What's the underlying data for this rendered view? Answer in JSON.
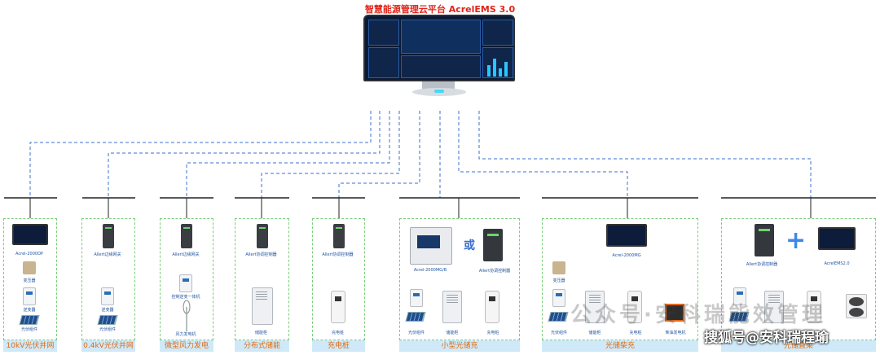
{
  "platform": {
    "title": "智慧能源管理云平台 AcrelEMS 3.0"
  },
  "groups": [
    {
      "label": "10kV光伏并网",
      "devices": [
        "Acrel-2000DP",
        "变压器",
        "逆变器",
        "光伏组件"
      ]
    },
    {
      "label": "0.4kV光伏并网",
      "devices": [
        "Allert边缘网关",
        "逆变器",
        "光伏组件"
      ]
    },
    {
      "label": "微型风力发电",
      "devices": [
        "Allert边缘网关",
        "控制逆变一体机",
        "风力发电机"
      ]
    },
    {
      "label": "分布式储能",
      "devices": [
        "Allert协调控制器",
        "储能柜"
      ]
    },
    {
      "label": "充电桩",
      "devices": [
        "Allert协调控制器",
        "充电桩"
      ]
    },
    {
      "label": "小型光储充",
      "devices": [
        "Acrel-2000MG/B",
        "或",
        "Allert协调控制器",
        "光伏组件",
        "储能柜",
        "充电桩"
      ]
    },
    {
      "label": "光储柴充",
      "devices": [
        "Acrel-2000MG",
        "变压器",
        "光伏组件",
        "储能柜",
        "充电桩",
        "柴油发电机"
      ]
    },
    {
      "label": "光储直柔",
      "devices": [
        "Allert协调控制器",
        "AcrelEMS2.0"
      ]
    }
  ],
  "watermarks": {
    "wechat": "公众号·安科瑞能效管理",
    "sohu": "搜狐号@安科瑞程瑜"
  },
  "colors": {
    "title": "#e0251b",
    "link": "#3b6fd1",
    "box_border": "#7ccc7c",
    "label_bg": "#cfe9f9",
    "label_text": "#e06a12"
  }
}
